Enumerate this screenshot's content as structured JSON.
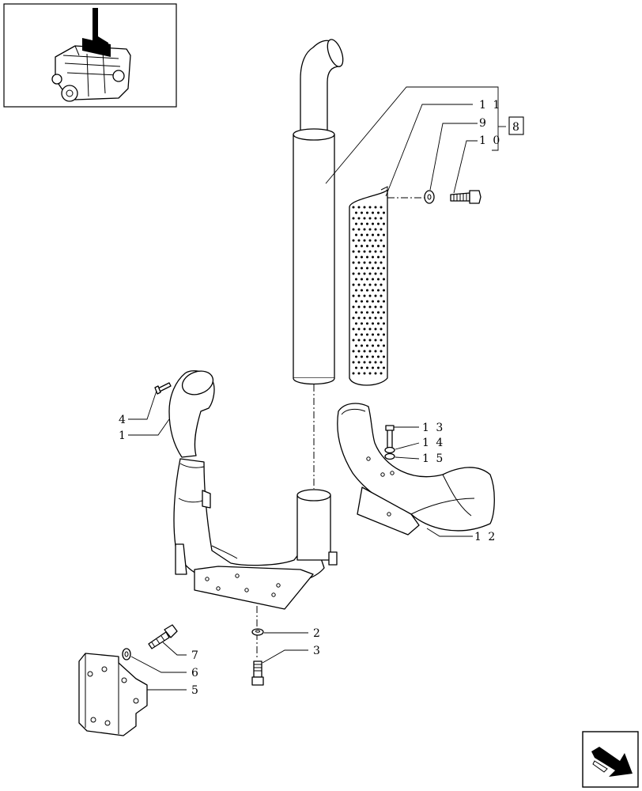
{
  "diagram": {
    "callouts": [
      {
        "id": "1",
        "text": "1"
      },
      {
        "id": "2",
        "text": "2"
      },
      {
        "id": "3",
        "text": "3"
      },
      {
        "id": "4",
        "text": "4"
      },
      {
        "id": "5",
        "text": "5"
      },
      {
        "id": "6",
        "text": "6"
      },
      {
        "id": "7",
        "text": "7"
      },
      {
        "id": "8",
        "text": "8"
      },
      {
        "id": "9",
        "text": "9"
      },
      {
        "id": "10",
        "text": "1 0"
      },
      {
        "id": "11",
        "text": "1 1"
      },
      {
        "id": "12",
        "text": "1 2"
      },
      {
        "id": "13",
        "text": "1 3"
      },
      {
        "id": "14",
        "text": "1 4"
      },
      {
        "id": "15",
        "text": "1 5"
      }
    ]
  },
  "icons": {
    "thumbnail": "engine-location-thumbnail",
    "navigation": "next-page-arrow-icon"
  }
}
